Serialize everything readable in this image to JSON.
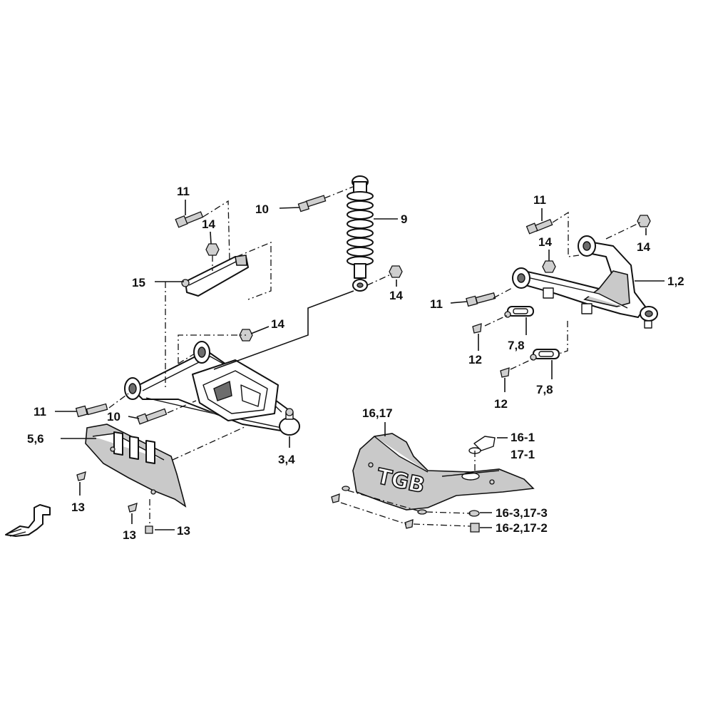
{
  "diagram": {
    "callouts": {
      "c11_left_top": "11",
      "c14_left_top": "14",
      "c15": "15",
      "c10_top": "10",
      "c9": "9",
      "c14_shock": "14",
      "c14_mid": "14",
      "c11_left_bottom": "11",
      "c10_bottom": "10",
      "c5_6": "5,6",
      "c3_4": "3,4",
      "c13_a": "13",
      "c13_b": "13",
      "c13_c": "13",
      "c11_right_top": "11",
      "c14_right_a": "14",
      "c14_right_b": "14",
      "c1_2": "1,2",
      "c11_right_bottom": "11",
      "c12_a": "12",
      "c7_8_a": "7,8",
      "c12_b": "12",
      "c7_8_b": "7,8",
      "c16_17": "16,17",
      "c16_1": "16-1",
      "c17_1": "17-1",
      "c16_3_17_3": "16-3,17-3",
      "c16_2_17_2": "16-2,17-2"
    },
    "logo_text": "TGB",
    "colors": {
      "line": "#111111",
      "shade": "#c9c9c9",
      "dark": "#6d6d6d",
      "background": "#ffffff"
    },
    "icons": [
      "front-direction-arrow-icon"
    ]
  }
}
